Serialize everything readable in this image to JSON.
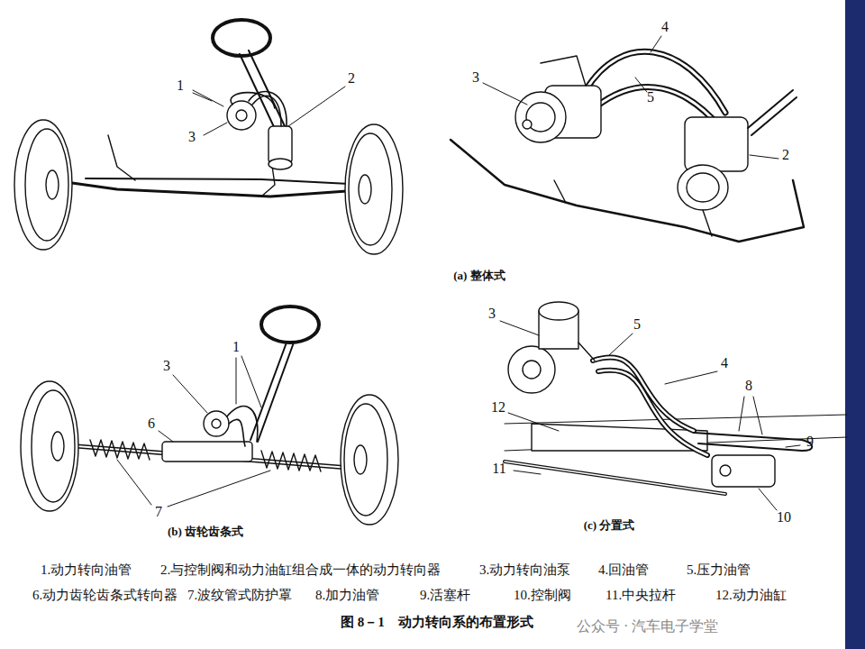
{
  "diagram": {
    "caption": "图 8－1　动力转向系的布置形式",
    "labels": [
      "1",
      "2",
      "3",
      "3",
      "4",
      "5",
      "2",
      "(a) 整体式",
      "1",
      "3",
      "6",
      "7",
      "(b) 齿轮齿条式",
      "3",
      "5",
      "4",
      "12",
      "8",
      "9",
      "11",
      "10",
      "(c) 分置式",
      "1.动力转向油管",
      "2.与控制阀和动力油缸组合成一体的动力转向器",
      "3.动力转向油泵",
      "4.回油管",
      "5.压力油管",
      "6.动力齿轮齿条式转向器",
      "7.波纹管式防护罩",
      "8.加力油管",
      "9.活塞杆",
      "10.控制阀",
      "11.中央拉杆",
      "12.动力油缸",
      "公众号 · 汽车电子学堂"
    ]
  }
}
